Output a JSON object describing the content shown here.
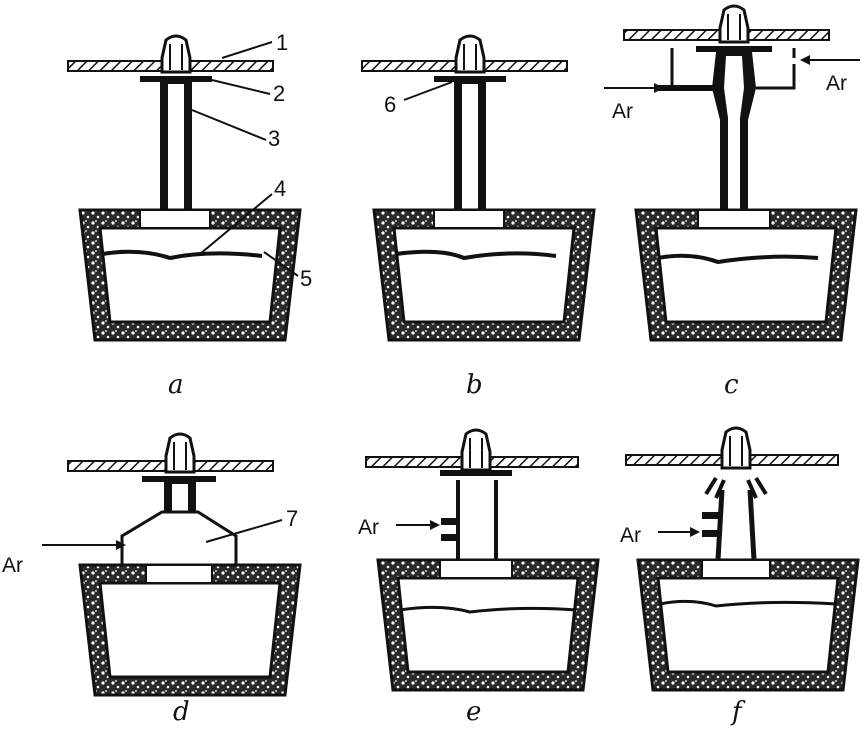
{
  "panels": [
    {
      "id": "a",
      "label": "a"
    },
    {
      "id": "b",
      "label": "b"
    },
    {
      "id": "c",
      "label": "c"
    },
    {
      "id": "d",
      "label": "d"
    },
    {
      "id": "e",
      "label": "e"
    },
    {
      "id": "f",
      "label": "f"
    }
  ],
  "callouts": [
    "1",
    "2",
    "3",
    "4",
    "5",
    "6",
    "7"
  ],
  "gas_label": "Ar",
  "colors": {
    "ink": "#111111",
    "paper": "#ffffff",
    "refractory": "#2a2a2a"
  }
}
